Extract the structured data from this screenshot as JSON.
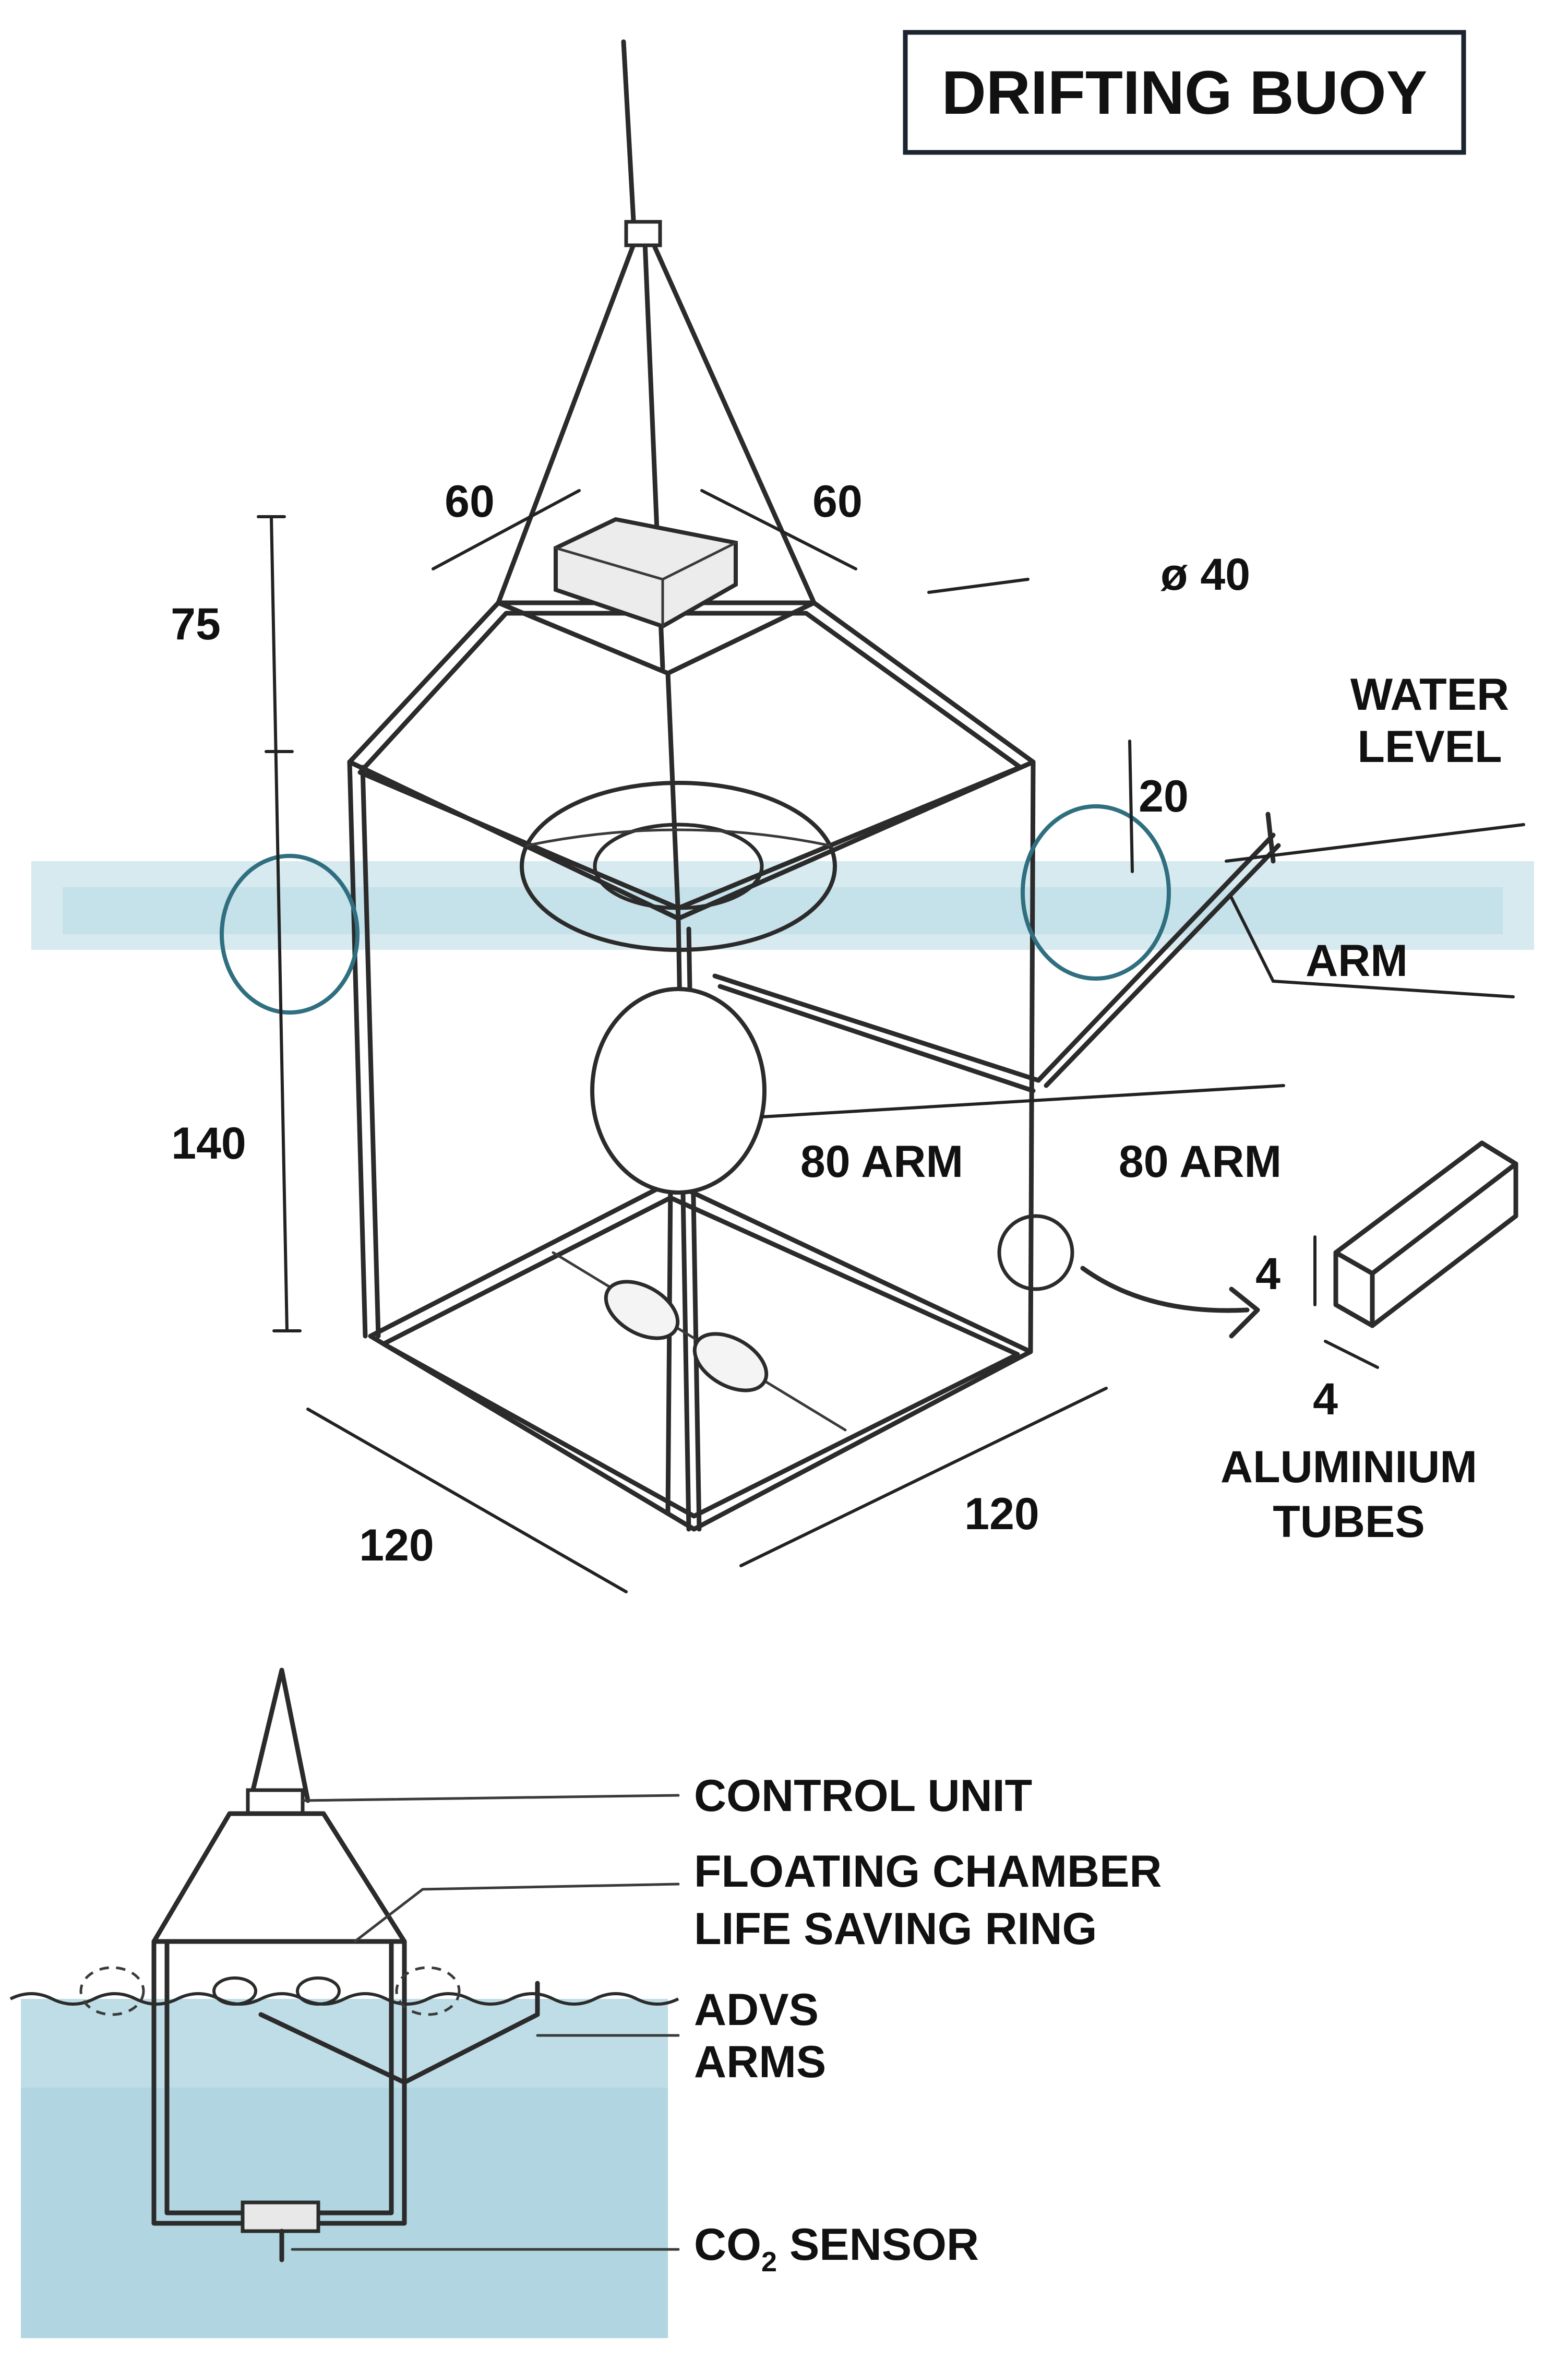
{
  "title": "DRIFTING BUOY",
  "dimensions": {
    "top_left_side": "60",
    "top_right_side": "60",
    "pyramid_height": "75",
    "float_diameter": "ø 40",
    "float_offset": "20",
    "frame_height": "140",
    "arm_left": "80 ARM",
    "arm_right": "80 ARM",
    "base_left": "120",
    "base_right": "120",
    "tube_height": "4",
    "tube_width": "4"
  },
  "callouts": {
    "water_level_line1": "WATER",
    "water_level_line2": "LEVEL",
    "arm": "ARM",
    "tubes_line1": "ALUMINIUM",
    "tubes_line2": "TUBES"
  },
  "legend": {
    "control_unit": "CONTROL UNIT",
    "floating_chamber": "FLOATING CHAMBER",
    "life_saving_ring": "LIFE SAVING RING",
    "advs": "ADVS",
    "arms": "ARMS",
    "co2_prefix": "CO",
    "co2_sub": "2",
    "co2_suffix": " SENSOR"
  },
  "colors": {
    "water": "#bfdde6",
    "water_deep": "#a9d1de",
    "ink": "#2b2b2b",
    "float_ink": "#2f6f7f"
  }
}
